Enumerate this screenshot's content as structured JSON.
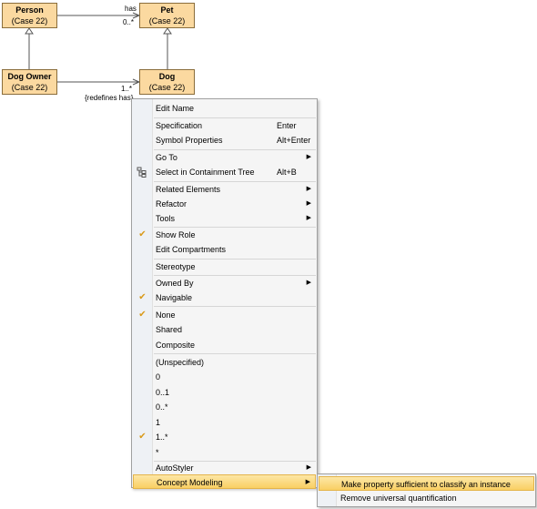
{
  "diagram": {
    "person": {
      "name": "Person",
      "case": "(Case 22)"
    },
    "pet": {
      "name": "Pet",
      "case": "(Case 22)"
    },
    "dog_owner": {
      "name": "Dog Owner",
      "case": "(Case 22)"
    },
    "dog": {
      "name": "Dog",
      "case": "(Case 22)"
    },
    "assoc_has_label": "has",
    "assoc_has_mult": "0..*",
    "assoc_dog_mult": "1..*",
    "assoc_dog_constraint": "{redefines has}"
  },
  "menu": {
    "items": [
      {
        "label": "Edit Name"
      },
      {
        "label": "Specification",
        "shortcut": "Enter"
      },
      {
        "label": "Symbol Properties",
        "shortcut": "Alt+Enter"
      },
      {
        "label": "Go To",
        "submenu": true
      },
      {
        "label": "Select in Containment Tree",
        "shortcut": "Alt+B",
        "icon": "containment-tree-icon"
      },
      {
        "label": "Related Elements",
        "submenu": true
      },
      {
        "label": "Refactor",
        "submenu": true
      },
      {
        "label": "Tools",
        "submenu": true
      },
      {
        "label": "Show Role",
        "checked": true
      },
      {
        "label": "Edit Compartments"
      },
      {
        "label": "Stereotype"
      },
      {
        "label": "Owned By",
        "submenu": true
      },
      {
        "label": "Navigable",
        "checked": true
      },
      {
        "label": "None",
        "checked": true
      },
      {
        "label": "Shared"
      },
      {
        "label": "Composite"
      },
      {
        "label": "(Unspecified)"
      },
      {
        "label": "0"
      },
      {
        "label": "0..1"
      },
      {
        "label": "0..*"
      },
      {
        "label": "1"
      },
      {
        "label": "1..*",
        "checked": true
      },
      {
        "label": "*"
      },
      {
        "label": "AutoStyler",
        "submenu": true
      },
      {
        "label": "Concept Modeling",
        "submenu": true,
        "highlighted": true
      }
    ],
    "check_glyph": "✔",
    "arrow_glyph": "▶"
  },
  "submenu": {
    "items": [
      {
        "label": "Make property sufficient to classify an instance",
        "highlighted": true
      },
      {
        "label": "Remove universal quantification"
      }
    ]
  },
  "colors": {
    "class_fill": "#fbd9a0",
    "highlight": "#f9cf63",
    "check": "#d99a1a"
  }
}
